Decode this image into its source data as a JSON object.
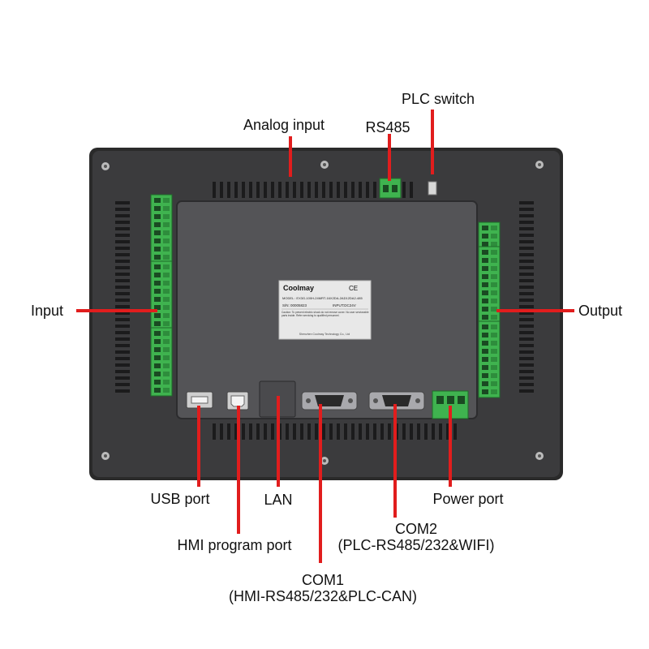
{
  "labels": {
    "analog_input": "Analog input",
    "rs485": "RS485",
    "plc_switch": "PLC switch",
    "input": "Input",
    "output": "Output",
    "usb_port": "USB port",
    "hmi_program_port": "HMI program port",
    "lan": "LAN",
    "com1_line1": "COM1",
    "com1_line2": "(HMI-RS485/232&PLC-CAN)",
    "com2_line1": "COM2",
    "com2_line2": "(PLC-RS485/232&WIFI)",
    "power_port": "Power port"
  },
  "device_label": {
    "brand": "Coolmay",
    "ce": "CE",
    "model": "MODEL : EX3G-100H-24MRT-16X2DA-2AD12DA2-485",
    "sn": "S/N: 00005823",
    "input": "INPUT:DC24V",
    "caution": "Caution: To prevent electric shock do not remove cover. No user serviceable parts inside. Refer servicing to qualified personnel.",
    "company": "Shenzhen Coolmay Technology Co., Ltd"
  },
  "colors": {
    "callout_line": "#e11d1d",
    "housing": "#3a3a3a",
    "back_cover": "#555558",
    "terminal_green": "#3fb34f"
  }
}
